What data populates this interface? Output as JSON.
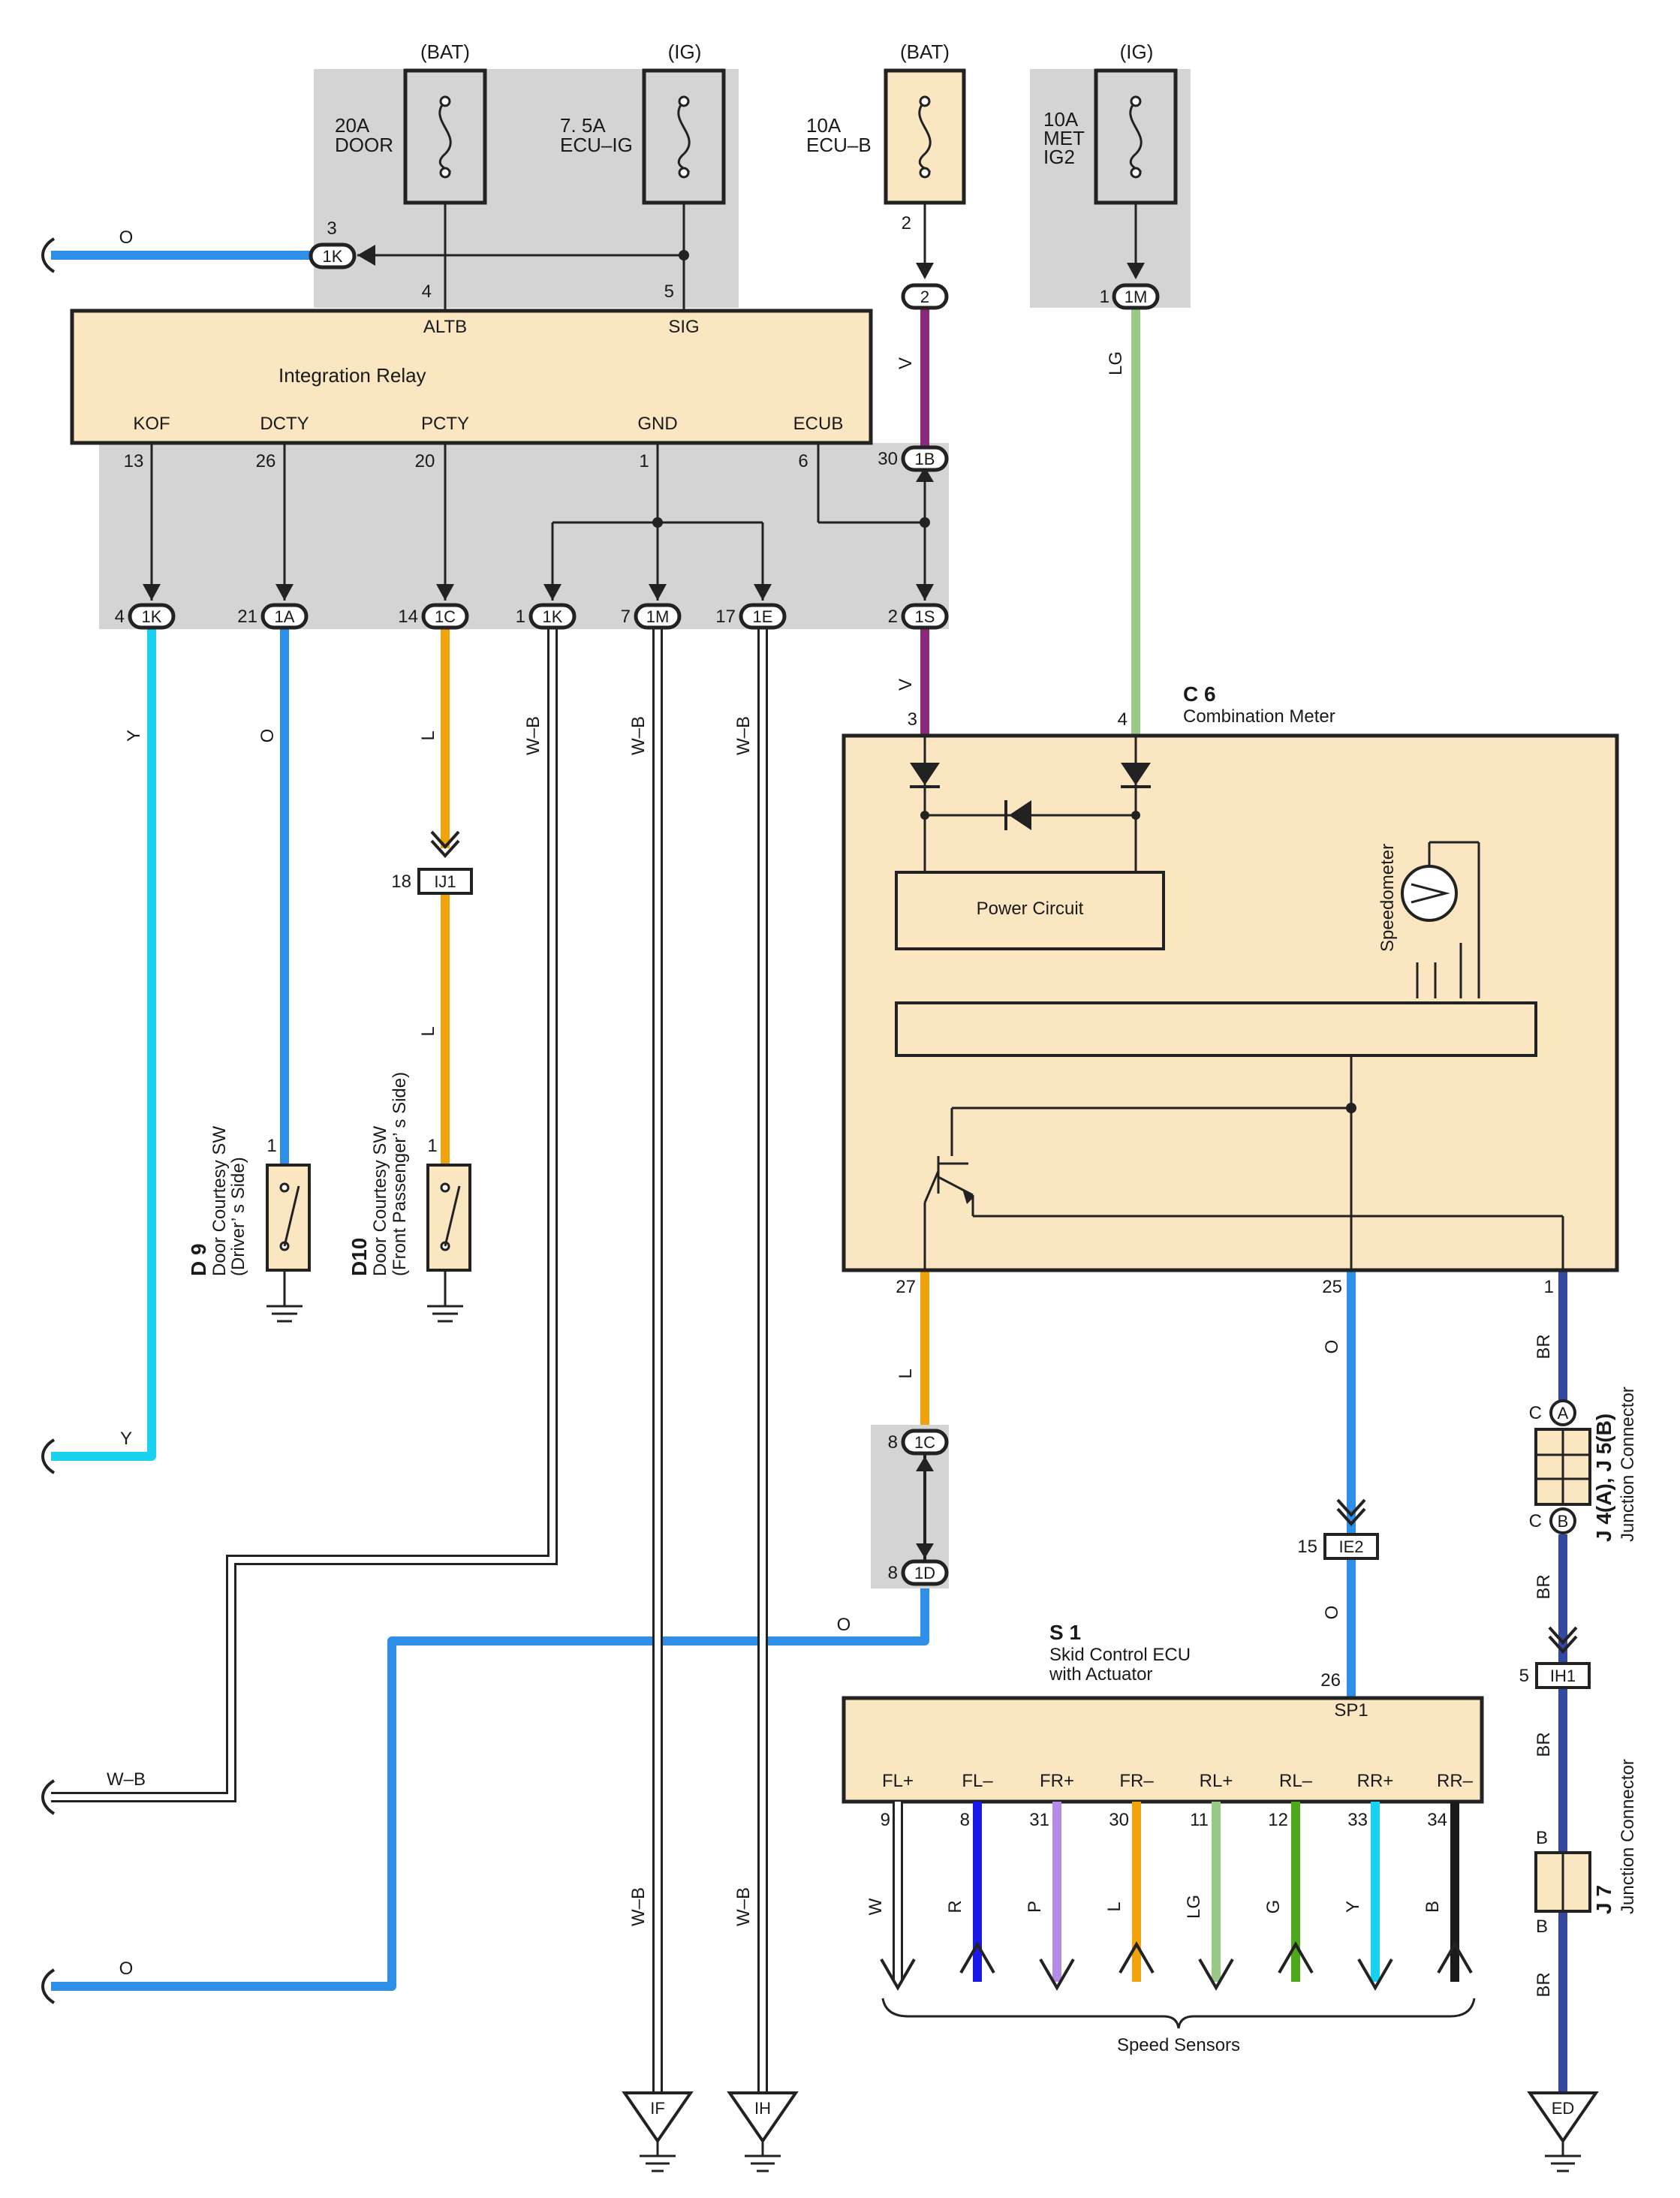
{
  "fuses": {
    "door": {
      "header": "(BAT)",
      "rating": "20A",
      "name": "DOOR",
      "pin_out": "4"
    },
    "ecu_ig": {
      "header": "(IG)",
      "rating": "7. 5A",
      "name": "ECU–IG",
      "pin_out": "5"
    },
    "ecu_b": {
      "header": "(BAT)",
      "rating": "10A",
      "name": "ECU–B",
      "pin_out": "2"
    },
    "met_ig2": {
      "header": "(IG)",
      "rating": "10A",
      "name1": "MET",
      "name2": "IG2",
      "pin_out": "1"
    }
  },
  "integration_relay": {
    "title": "Integration Relay",
    "top_pins": {
      "altb": "ALTB",
      "sig": "SIG"
    },
    "bottom_pins": {
      "kof": "KOF",
      "dcty": "DCTY",
      "pcty": "PCTY",
      "gnd": "GND",
      "ecub": "ECUB"
    },
    "pin_numbers": {
      "kof": "13",
      "dcty": "26",
      "pcty": "20",
      "gnd": "1",
      "ecub": "6"
    }
  },
  "junction_blocks": {
    "j1k_top": {
      "code": "1K",
      "pin": "3"
    },
    "j2": {
      "code": "2",
      "pin": ""
    },
    "j1m_top": {
      "code": "1M",
      "pin": "1"
    },
    "j1b": {
      "code": "1B",
      "pin": "30"
    },
    "j1k_a": {
      "code": "1K",
      "pin": "4"
    },
    "j1a": {
      "code": "1A",
      "pin": "21"
    },
    "j1c_a": {
      "code": "1C",
      "pin": "14"
    },
    "j1k_b": {
      "code": "1K",
      "pin": "1"
    },
    "j1m_b": {
      "code": "1M",
      "pin": "7"
    },
    "j1e": {
      "code": "1E",
      "pin": "17"
    },
    "j1s": {
      "code": "1S",
      "pin": "2"
    },
    "j1c_b": {
      "code": "1C",
      "pin": "8"
    },
    "j1d": {
      "code": "1D",
      "pin": "8"
    }
  },
  "inline_connectors": {
    "ij1": {
      "code": "IJ1",
      "pin": "18"
    },
    "ie2": {
      "code": "IE2",
      "pin": "15"
    },
    "ih1": {
      "code": "IH1",
      "pin": "5"
    }
  },
  "wire_colors": {
    "o_top": "O",
    "y_left": "Y",
    "y_bottom": "Y",
    "o_dcty": "O",
    "l_pcty": "L",
    "l_pcty2": "L",
    "wb1": "W–B",
    "wb2": "W–B",
    "wb3": "W–B",
    "wb_left": "W–B",
    "wb_gnd1": "W–B",
    "wb_gnd2": "W–B",
    "v1": "V",
    "v2": "V",
    "lg": "LG",
    "l27": "L",
    "o25": "O",
    "o_ie2": "O",
    "o_1d": "O",
    "o_left": "O",
    "br1": "BR",
    "br2": "BR",
    "br3": "BR",
    "br4": "BR"
  },
  "combination_meter": {
    "code": "C 6",
    "name": "Combination Meter",
    "pins": {
      "v_in": "3",
      "lg_in": "4",
      "p27": "27",
      "p25": "25",
      "p1": "1"
    },
    "power_circuit": "Power Circuit",
    "speedometer": "Speedometer"
  },
  "door_switches": {
    "driver": {
      "code": "D 9",
      "line1": "Door Courtesy SW",
      "line2": "(Driver’ s Side)",
      "pin": "1"
    },
    "passenger": {
      "code": "D10",
      "line1": "Door Courtesy SW",
      "line2": "(Front Passenger’ s Side)",
      "pin": "1"
    }
  },
  "skid_ecu": {
    "code": "S 1",
    "name1": "Skid Control ECU",
    "name2": "with Actuator",
    "sp1": "SP1",
    "sp1_pin": "26",
    "sensor_pins": [
      {
        "name": "FL+",
        "num": "9",
        "wire": "W",
        "color": "#ffffff"
      },
      {
        "name": "FL–",
        "num": "8",
        "wire": "R",
        "color": "#1a1ae6"
      },
      {
        "name": "FR+",
        "num": "31",
        "wire": "P",
        "color": "#b48ce6"
      },
      {
        "name": "FR–",
        "num": "30",
        "wire": "L",
        "color": "#f0a30a"
      },
      {
        "name": "RL+",
        "num": "11",
        "wire": "LG",
        "color": "#98c987"
      },
      {
        "name": "RL–",
        "num": "12",
        "wire": "G",
        "color": "#4ca71a"
      },
      {
        "name": "RR+",
        "num": "33",
        "wire": "Y",
        "color": "#19d2f0"
      },
      {
        "name": "RR–",
        "num": "34",
        "wire": "B",
        "color": "#1a1a1a"
      }
    ],
    "speed_sensors": "Speed Sensors"
  },
  "junction_connector_j45": {
    "code": "J 4(A), J 5(B)",
    "name": "Junction Connector",
    "a_label": "A",
    "b_label": "B",
    "c_top": "C",
    "c_bottom": "C"
  },
  "junction_connector_j7": {
    "code": "J 7",
    "name": "Junction Connector",
    "b_top": "B",
    "b_bottom": "B"
  },
  "grounds": {
    "if": "IF",
    "ih": "IH",
    "ed": "ED"
  },
  "colors": {
    "orange_wire": "#2f8fe8",
    "yellow_wire": "#19d2f0",
    "blue_wire": "#f0a30a",
    "violet_wire": "#8b2a78",
    "light_green_wire": "#98c987",
    "brown_wire": "#33489e",
    "fill_box": "#fbe6c2",
    "grey_area": "#d3d3d3"
  }
}
